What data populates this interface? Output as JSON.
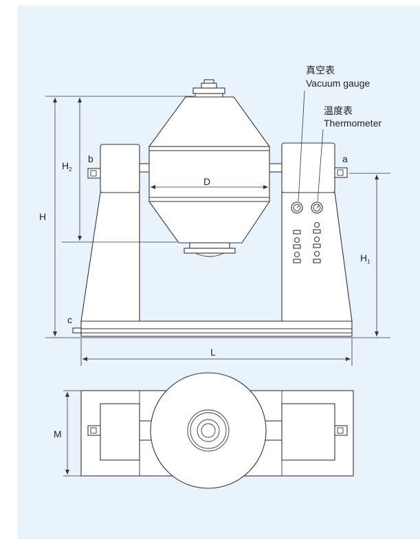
{
  "labels": {
    "vacuum_cn": "真空表",
    "vacuum_en": "Vacuum gauge",
    "thermo_cn": "温度表",
    "thermo_en": "Thermometer",
    "a": "a",
    "b": "b",
    "c": "c",
    "D": "D",
    "H": "H",
    "H2_main": "H",
    "H2_sub": "2",
    "H1_main": "H",
    "H1_sub": "1",
    "L": "L",
    "M": "M"
  },
  "colors": {
    "panel_background": "#e8f3fb",
    "line": "#333333",
    "fill": "#ffffff"
  }
}
